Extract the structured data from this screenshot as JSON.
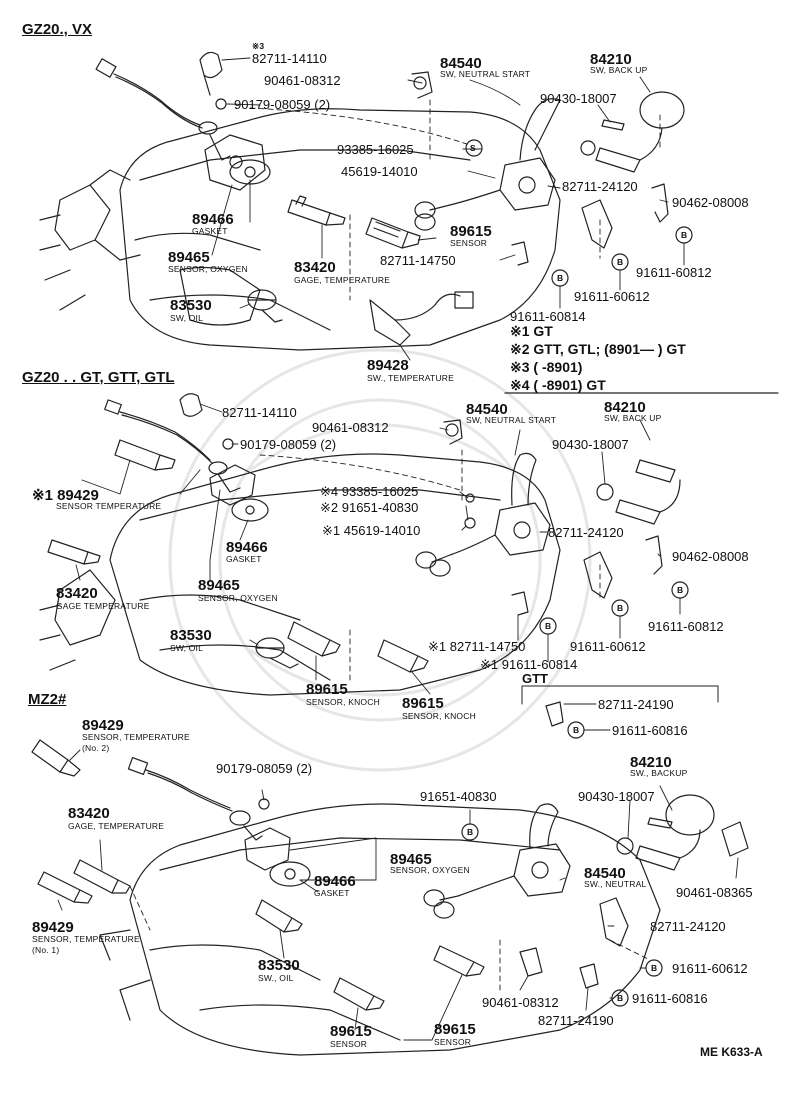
{
  "sections": {
    "gz20_vx": "GZ20., VX",
    "gz20_gt": "GZ20 . . GT, GTT, GTL",
    "mz2": "MZ2#"
  },
  "s1": {
    "star3": "※3",
    "p82711_14110": "82711-14110",
    "p90461_08312": "90461-08312",
    "p90179_08059": "90179-08059 (2)",
    "p84540": "84540",
    "sw_neutral_start": "SW, NEUTRAL START",
    "p84210": "84210",
    "sw_back_up": "SW, BACK UP",
    "p90430_18007": "90430-18007",
    "p93385_16025": "93385-16025",
    "mark_s": "S",
    "p45619_14010": "45619-14010",
    "p82711_24120": "82711-24120",
    "p90462_08008": "90462-08008",
    "mark_b1": "B",
    "p89466": "89466",
    "gasket": "GASKET",
    "p89615": "89615",
    "sensor": "SENSOR",
    "p89465": "89465",
    "sensor_oxygen": "SENSOR, OXYGEN",
    "p83420": "83420",
    "gage_temperature": "GAGE, TEMPERATURE",
    "p82711_14750": "82711-14750",
    "mark_b2": "B",
    "mark_b3": "B",
    "p91611_60812": "91611-60812",
    "p91611_60612": "91611-60612",
    "p83530": "83530",
    "sw_oil": "SW, OIL",
    "p91611_60814": "91611-60814",
    "p89428": "89428",
    "sw_temperature": "SW., TEMPERATURE"
  },
  "notes": {
    "n1": "※1 GT",
    "n2": "※2 GTT, GTL; (8901—          ) GT",
    "n3": "※3 (          -8901)",
    "n4": "※4 (          -8901) GT"
  },
  "s2": {
    "p82711_14110": "82711-14110",
    "p90461_08312": "90461-08312",
    "p84540": "84540",
    "sw_neutral_start": "SW, NEUTRAL START",
    "p84210": "84210",
    "sw_back_up": "SW, BACK UP",
    "p90179_08059": "90179-08059 (2)",
    "p90430_18007": "90430-18007",
    "p89429": "※1 89429",
    "sensor_temperature": "SENSOR TEMPERATURE",
    "p93385_16025": "※4 93385-16025",
    "p91651_40830": "※2 91651-40830",
    "p45619_14010": "※1 45619-14010",
    "p82711_24120": "82711-24120",
    "p90462_08008": "90462-08008",
    "p89466": "89466",
    "gasket": "GASKET",
    "p89465": "89465",
    "sensor_oxygen": "SENSOR, OXYGEN",
    "p83420": "83420",
    "gage_temperature": "GAGE TEMPERATURE",
    "mark_b1": "B",
    "mark_b2": "B",
    "mark_b3": "B",
    "p91611_60812": "91611-60812",
    "p83530": "83530",
    "sw_oil": "SW, OIL",
    "p82711_14750": "※1 82711-14750",
    "p91611_60612": "91611-60612",
    "p91611_60814": "※1 91611-60814",
    "p89615_a": "89615",
    "sensor_knoch_a": "SENSOR, KNOCH",
    "p89615_b": "89615",
    "sensor_knoch_b": "SENSOR, KNOCH",
    "gtt": "GTT",
    "p82711_24190": "82711-24190",
    "mark_b4": "B",
    "p91611_60816": "91611-60816"
  },
  "s3": {
    "p89429_top": "89429",
    "sensor_temperature_top": "SENSOR, TEMPERATURE",
    "no2": "(No. 2)",
    "p90179_08059": "90179-08059 (2)",
    "p84210": "84210",
    "sw_backup": "SW., BACKUP",
    "p91651_40830": "91651-40830",
    "p90430_18007": "90430-18007",
    "p83420": "83420",
    "gage_temperature": "GAGE, TEMPERATURE",
    "p89465": "89465",
    "sensor_oxygen": "SENSOR, OXYGEN",
    "p84540": "84540",
    "sw_neutral": "SW., NEUTRAL",
    "p90461_08365": "90461-08365",
    "p89466": "89466",
    "gasket": "GASKET",
    "p89429_bot": "89429",
    "sensor_temperature_bot": "SENSOR, TEMPERATURE",
    "no1": "(No. 1)",
    "p82711_24120": "82711-24120",
    "p83530": "83530",
    "sw_oil": "SW., OIL",
    "mark_b1": "B",
    "mark_b2": "B",
    "mark_b3": "B",
    "p91611_60612": "91611-60612",
    "p90461_08312": "90461-08312",
    "p91611_60816": "91611-60816",
    "p82711_24190": "82711-24190",
    "p89615_a": "89615",
    "sensor_a": "SENSOR",
    "p89615_b": "89615",
    "sensor_b": "SENSOR",
    "code": "ME K633-A"
  }
}
